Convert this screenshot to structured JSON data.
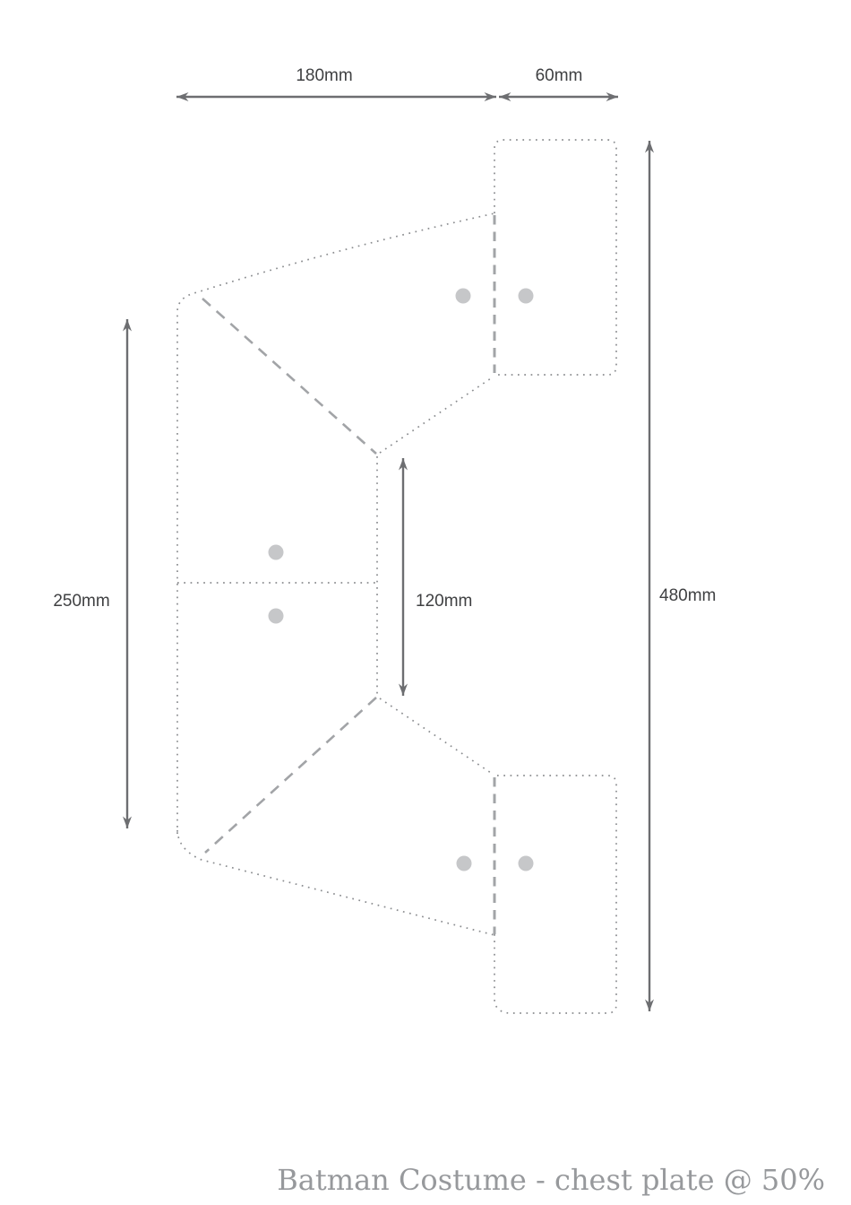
{
  "title": {
    "text": "Batman Costume - chest plate @ 50%"
  },
  "dimensions": {
    "width_main": "180mm",
    "width_flap": "60mm",
    "height_left": "250mm",
    "height_center": "120mm",
    "height_total": "480mm"
  },
  "colors": {
    "background": "#ffffff",
    "outline": "#8a8c8f",
    "fold": "#a2a4a7",
    "arrow": "#6d6e71",
    "label": "#3f4042",
    "dot": "#c6c7c9",
    "title": "#97999c"
  }
}
